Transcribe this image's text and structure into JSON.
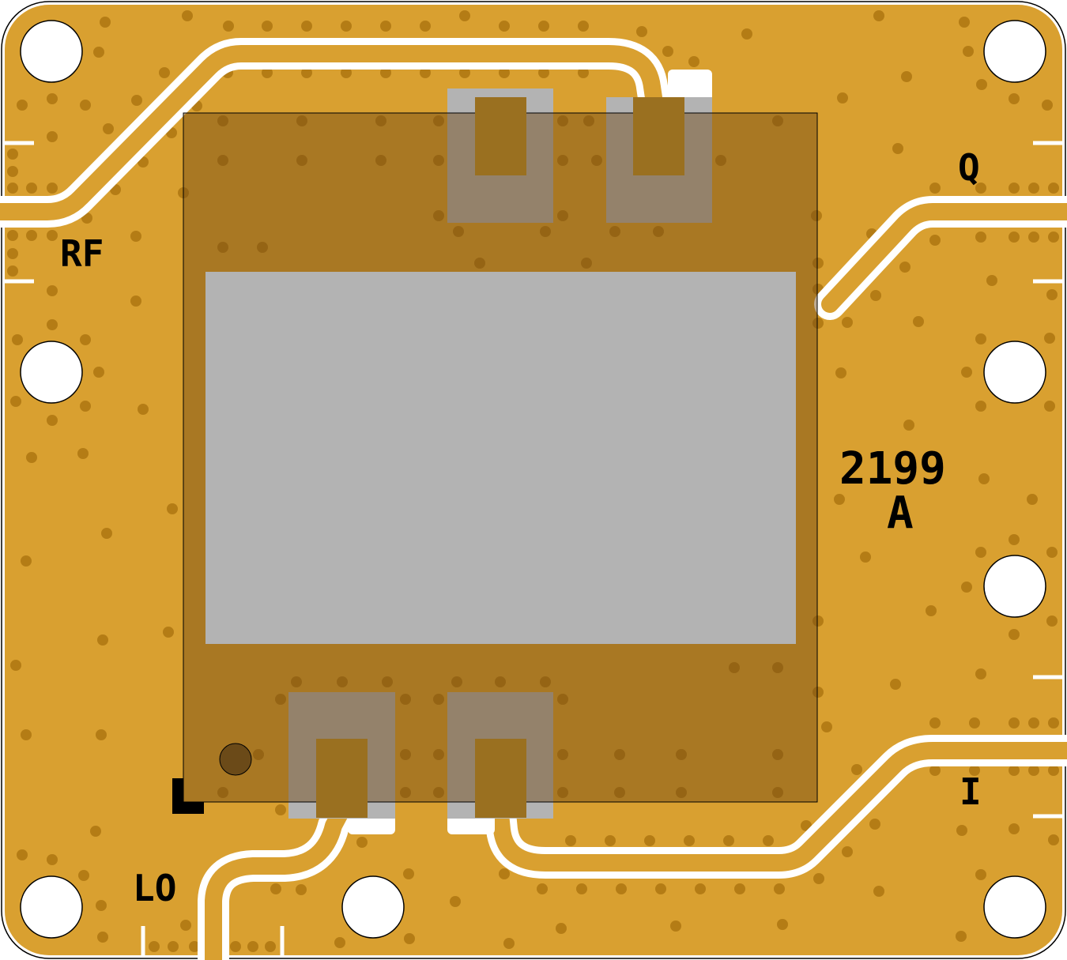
{
  "labels": {
    "rf": "RF",
    "q": "Q",
    "i": "I",
    "lo": "LO",
    "part_number": "2199",
    "revision": "A"
  },
  "colors": {
    "board": "#d9a030",
    "via": "#b57d0a",
    "package": "#9a7020",
    "pad": "#b3b3b3",
    "gap": "#ffffff"
  }
}
